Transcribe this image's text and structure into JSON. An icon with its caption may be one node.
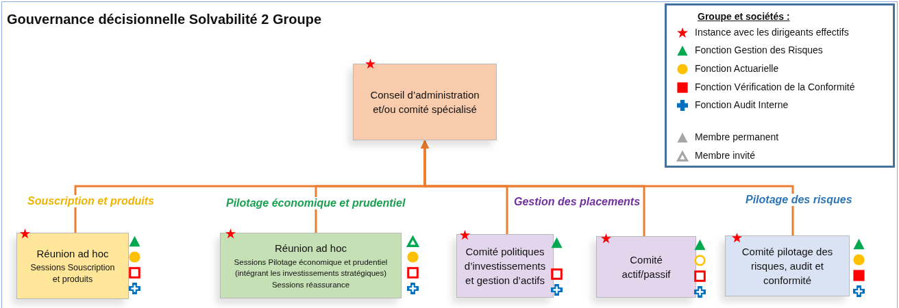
{
  "diagram": {
    "title": "Gouvernance décisionnelle Solvabilité 2 Groupe",
    "nodes": [
      {
        "text": [
          "Conseil d’administration et/ou comité spécialisé"
        ]
      },
      {
        "text": [
          "Réunion ad hoc",
          "Sessions Souscription et produits"
        ]
      },
      {
        "text": [
          "Réunion ad hoc",
          "Sessions Pilotage économique et prudentiel (intégrant les investissements stratégiques)",
          "Sessions réassurance"
        ]
      },
      {
        "text": [
          "Comité politiques d’investissements et gestion d’actifs"
        ]
      },
      {
        "text": [
          "Comité actif/passif"
        ]
      },
      {
        "text": [
          "Comité pilotage des risques, audit et conformité"
        ]
      }
    ],
    "edges": [
      {
        "from": 1,
        "to": 0,
        "arrow": "to"
      },
      {
        "from": 2,
        "to": 0,
        "arrow": "to"
      },
      {
        "from": 3,
        "to": 0,
        "arrow": "to"
      },
      {
        "from": 4,
        "to": 0,
        "arrow": "to"
      },
      {
        "from": 5,
        "to": 0,
        "arrow": "to"
      }
    ],
    "labels": [
      "Groupe et sociétés :",
      "Souscription et produits",
      "Pilotage économique et prudentiel",
      "Gestion des placements",
      "Pilotage des risques"
    ],
    "legend": [
      {
        "text": "Instance avec les dirigeants effectifs"
      },
      {
        "text": "Fonction Gestion des Risques"
      },
      {
        "text": "Fonction Actuarielle"
      },
      {
        "text": "Fonction Vérification de la Conformité"
      },
      {
        "text": "Fonction Audit Interne"
      },
      {
        "text": "Membre permanent"
      },
      {
        "text": "Membre invité"
      }
    ]
  }
}
